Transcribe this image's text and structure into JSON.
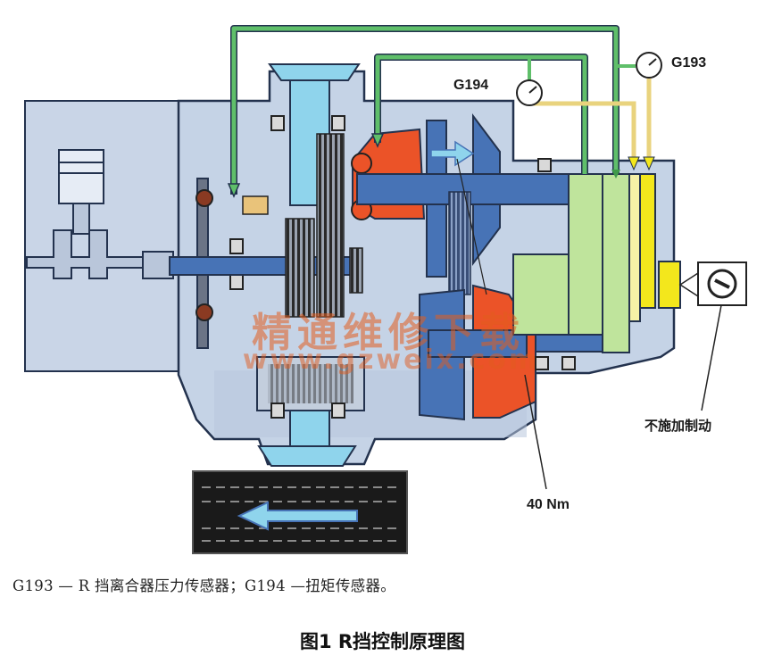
{
  "labels": {
    "g194": "G194",
    "g193": "G193",
    "no_brake": "不施加制动",
    "torque": "40 Nm"
  },
  "caption": "G193 — R 挡离合器压力传感器；G194 —扭矩传感器。",
  "figure_title": "图1  R挡控制原理图",
  "watermark": {
    "line1": "精通维修下载",
    "line2": "www.gzweix.com"
  },
  "colors": {
    "housing": "#c5d3e6",
    "shaft": "#4773b6",
    "oil_line": "#5fbf6a",
    "sensor_line": "#e9d37e",
    "clutch": "#eb5328",
    "light_blue": "#8fd4ec",
    "yellow": "#f3e71c",
    "green_block": "#bfe49c"
  },
  "icons": [
    "pressure-gauge-icon",
    "brake-pedal-icon",
    "flow-arrow-icon"
  ]
}
